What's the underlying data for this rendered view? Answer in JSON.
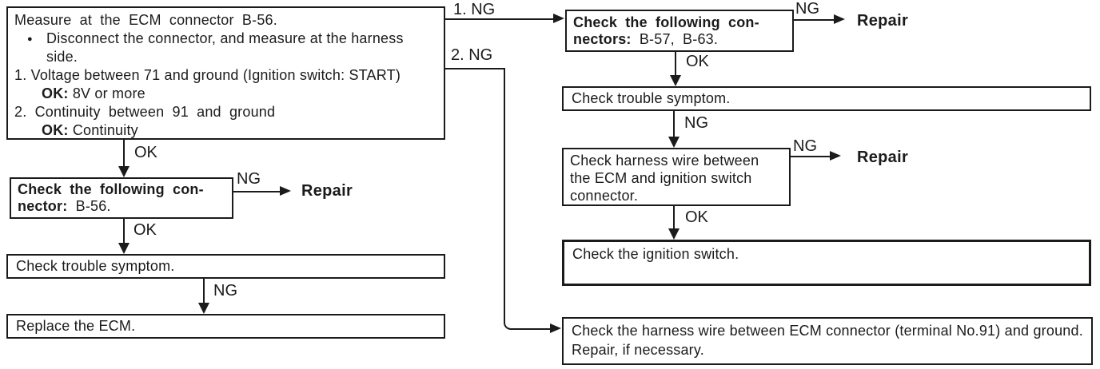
{
  "page": {
    "background": "#ffffff",
    "ink": "#1b1b1b"
  },
  "labels": {
    "ok": "OK",
    "ng": "NG",
    "ng1": "1. NG",
    "ng2": "2. NG",
    "repair": "Repair"
  },
  "boxes": {
    "measure": {
      "title": "Measure at the ECM connector B-56.",
      "bullet_glyph": "●",
      "bullet_text": "Disconnect the connector, and measure at the harness side.",
      "step1": "1. Voltage between 71 and ground (Ignition switch: START)",
      "step1_ok_label": "OK:",
      "step1_ok_value": "8V or more",
      "step2": "2. Continuity between 91 and ground",
      "step2_ok_label": "OK:",
      "step2_ok_value": "Continuity"
    },
    "connector_b56": {
      "line1": "Check the following con-",
      "line2_bold": "nector:",
      "line2_value": "B-56."
    },
    "trouble_left": {
      "text": "Check trouble symptom."
    },
    "replace_ecm": {
      "text": "Replace the ECM."
    },
    "connectors_b57_b63": {
      "line1": "Check the following con-",
      "line2_bold": "nectors:",
      "line2_value": "B-57, B-63."
    },
    "trouble_right": {
      "text": "Check trouble symptom."
    },
    "harness_ignition": {
      "text": "Check harness wire between the ECM and ignition switch connector."
    },
    "ignition_switch": {
      "text": "Check the ignition switch."
    },
    "harness_ground": {
      "text": "Check the harness wire between ECM connector (terminal No.91) and ground. Repair, if necessary."
    }
  }
}
